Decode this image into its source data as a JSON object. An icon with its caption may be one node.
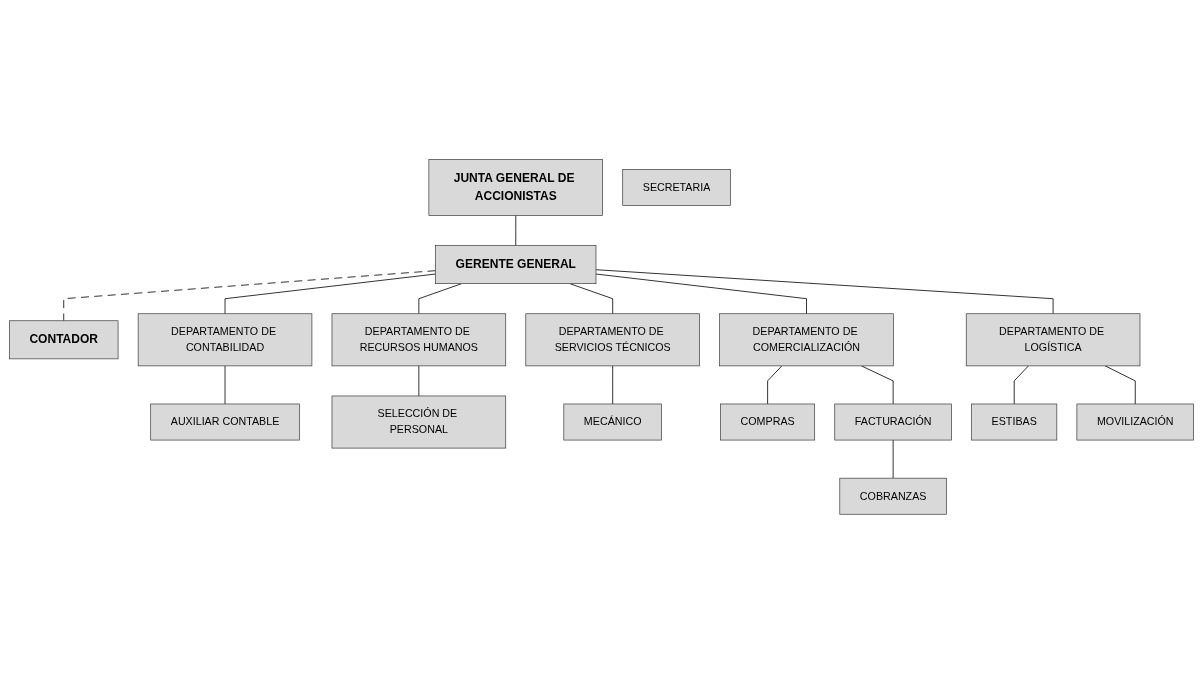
{
  "diagram": {
    "nodes": [
      {
        "text": [
          "JUNTA GENERAL DE ACCIONISTAS"
        ]
      },
      {
        "text": [
          "GERENTE GENERAL"
        ]
      },
      {
        "text": [
          "SECRETARIA"
        ]
      },
      {
        "text": [
          "CONTADOR"
        ]
      },
      {
        "text": [
          "DEPARTAMENTO DE CONTABILIDAD"
        ]
      },
      {
        "text": [
          "DEPARTAMENTO DE COMERCIALIZACIÓN"
        ]
      },
      {
        "text": [
          "DEPARTAMENTO DE LOGÍSTICA"
        ]
      },
      {
        "text": [
          "DEPARTAMENTO DE RECURSOS HUMANOS"
        ]
      },
      {
        "text": [
          "DEPARTAMENTO DE SERVICIOS TÉCNICOS"
        ]
      },
      {
        "text": [
          "AUXILIAR CONTABLE"
        ]
      },
      {
        "text": [
          "SELECCIÓN DE PERSONAL"
        ]
      },
      {
        "text": [
          "MECÁNICO"
        ]
      },
      {
        "text": [
          "COMPRAS"
        ]
      },
      {
        "text": [
          "FACTURACIÓN"
        ]
      },
      {
        "text": [
          "ESTIBAS"
        ]
      },
      {
        "text": [
          "MOVILIZACIÓN"
        ]
      },
      {
        "text": [
          "COBRANZAS"
        ]
      }
    ],
    "edges": [
      {
        "from": 0,
        "to": 1,
        "arrow": "none"
      },
      {
        "from": 1,
        "to": 3,
        "arrow": "none",
        "style": "dashed"
      },
      {
        "from": 1,
        "to": 4,
        "arrow": "none"
      },
      {
        "from": 1,
        "to": 5,
        "arrow": "none"
      },
      {
        "from": 1,
        "to": 6,
        "arrow": "none"
      },
      {
        "from": 1,
        "to": 7,
        "arrow": "none"
      },
      {
        "from": 1,
        "to": 8,
        "arrow": "none"
      },
      {
        "from": 4,
        "to": 9,
        "arrow": "none"
      },
      {
        "from": 5,
        "to": 12,
        "arrow": "none"
      },
      {
        "from": 5,
        "to": 13,
        "arrow": "none"
      },
      {
        "from": 6,
        "to": 14,
        "arrow": "none"
      },
      {
        "from": 6,
        "to": 15,
        "arrow": "none"
      },
      {
        "from": 7,
        "to": 10,
        "arrow": "none"
      },
      {
        "from": 8,
        "to": 11,
        "arrow": "none"
      },
      {
        "from": 13,
        "to": 16,
        "arrow": "none"
      }
    ]
  }
}
